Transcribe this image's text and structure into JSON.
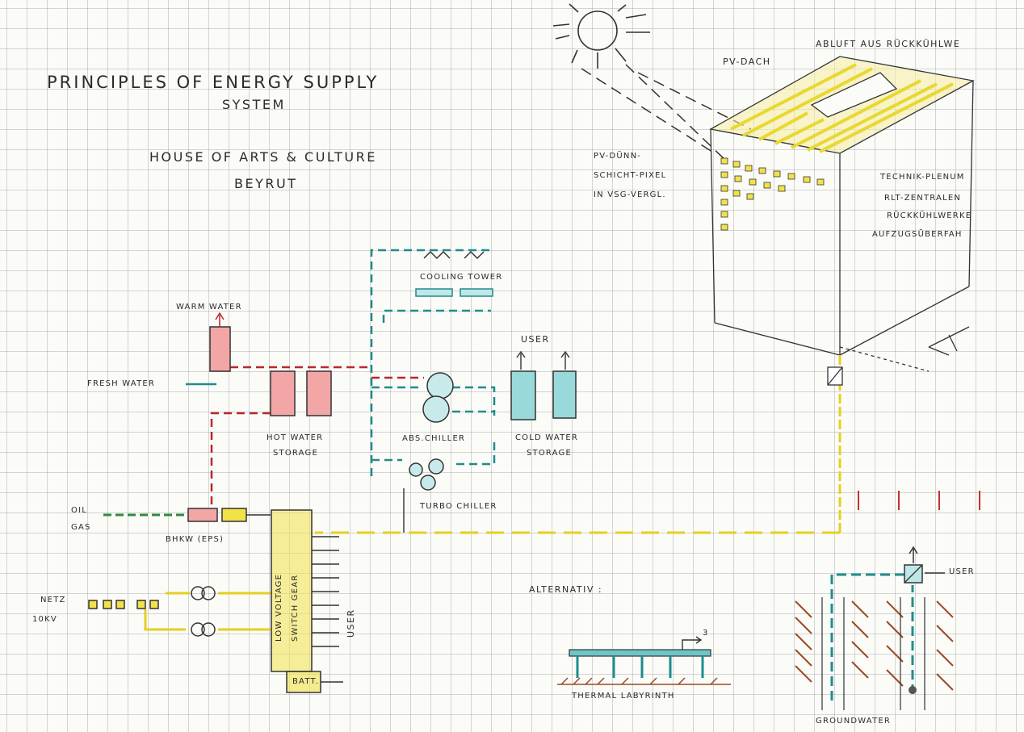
{
  "title": {
    "line1": "PRINCIPLES   OF   ENERGY  SUPPLY",
    "line2": "SYSTEM"
  },
  "subtitle": {
    "line1": "HOUSE  OF  ARTS  &  CULTURE",
    "line2": "BEYRUT"
  },
  "building": {
    "pv_roof": "PV-DACH",
    "exhaust": "ABLUFT AUS RÜCKKÜHLWE",
    "pv_facade": [
      "PV-DÜNN-",
      "SCHICHT-PIXEL",
      "IN VSG-VERGL."
    ],
    "technik": [
      "TECHNIK-PLENUM",
      "RLT-ZENTRALEN",
      "RÜCKKÜHLWERKE",
      "AUFZUGSÜBERFAH"
    ]
  },
  "labels": {
    "warm_water": "WARM WATER",
    "fresh_water": "FRESH WATER",
    "cooling_tower": "COOLING TOWER",
    "user_cold": "USER",
    "hot_water_storage": [
      "HOT WATER",
      "STORAGE"
    ],
    "abs_chiller": "ABS.CHILLER",
    "cold_water_storage": [
      "COLD WATER",
      "STORAGE"
    ],
    "turbo_chiller": "TURBO CHILLER",
    "oil_gas": [
      "OIL",
      "GAS"
    ],
    "bhkw": "BHKW (EPS)",
    "switchgear": [
      "LOW VOLTAGE",
      "SWITCH GEAR"
    ],
    "user_power": "USER",
    "netz": [
      "NETZ",
      "10KV"
    ],
    "batt": "BATT.",
    "alternativ": "ALTERNATIV :",
    "thermal_labyrinth": "THERMAL LABYRINTH",
    "groundwater": "GROUNDWATER",
    "user_ground": "USER",
    "labyrinth_num": "3"
  },
  "colors": {
    "red": "#b8282c",
    "teal": "#1f8c8c",
    "green": "#2f8a3a",
    "yellow": "#f2e24a",
    "brown": "#9a4a25",
    "ink": "#2a2a2a"
  }
}
